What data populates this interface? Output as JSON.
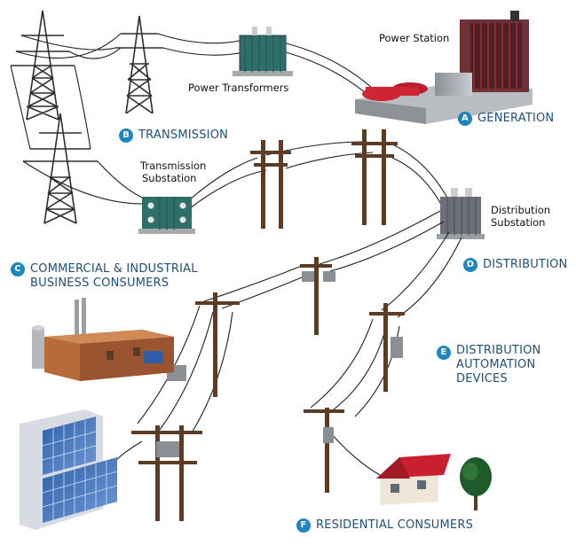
{
  "labels": {
    "power_station": "Power Station",
    "power_transformers": "Power Transformers",
    "transmission_substation": [
      "Transmission",
      "Substation"
    ],
    "distribution_substation": [
      "Distribution",
      "Substation"
    ]
  },
  "sections": {
    "a": {
      "letter": "A",
      "text": "GENERATION"
    },
    "b": {
      "letter": "B",
      "text": "TRANSMISSION"
    },
    "c": {
      "letter": "C",
      "lines": [
        "COMMERCIAL & INDUSTRIAL",
        "BUSINESS CONSUMERS"
      ]
    },
    "d": {
      "letter": "D",
      "text": "DISTRIBUTION"
    },
    "e": {
      "letter": "E",
      "lines": [
        "DISTRIBUTION",
        "AUTOMATION",
        "DEVICES"
      ]
    },
    "f": {
      "letter": "F",
      "text": "RESIDENTIAL CONSUMERS"
    }
  },
  "colors": {
    "accent": "#1d86bf",
    "label_text": "#1f4f7a",
    "transformer": "#2f6f6a",
    "station_red": "#d02433",
    "wood_pole": "#5a3d24",
    "house_roof": "#c8202e"
  }
}
